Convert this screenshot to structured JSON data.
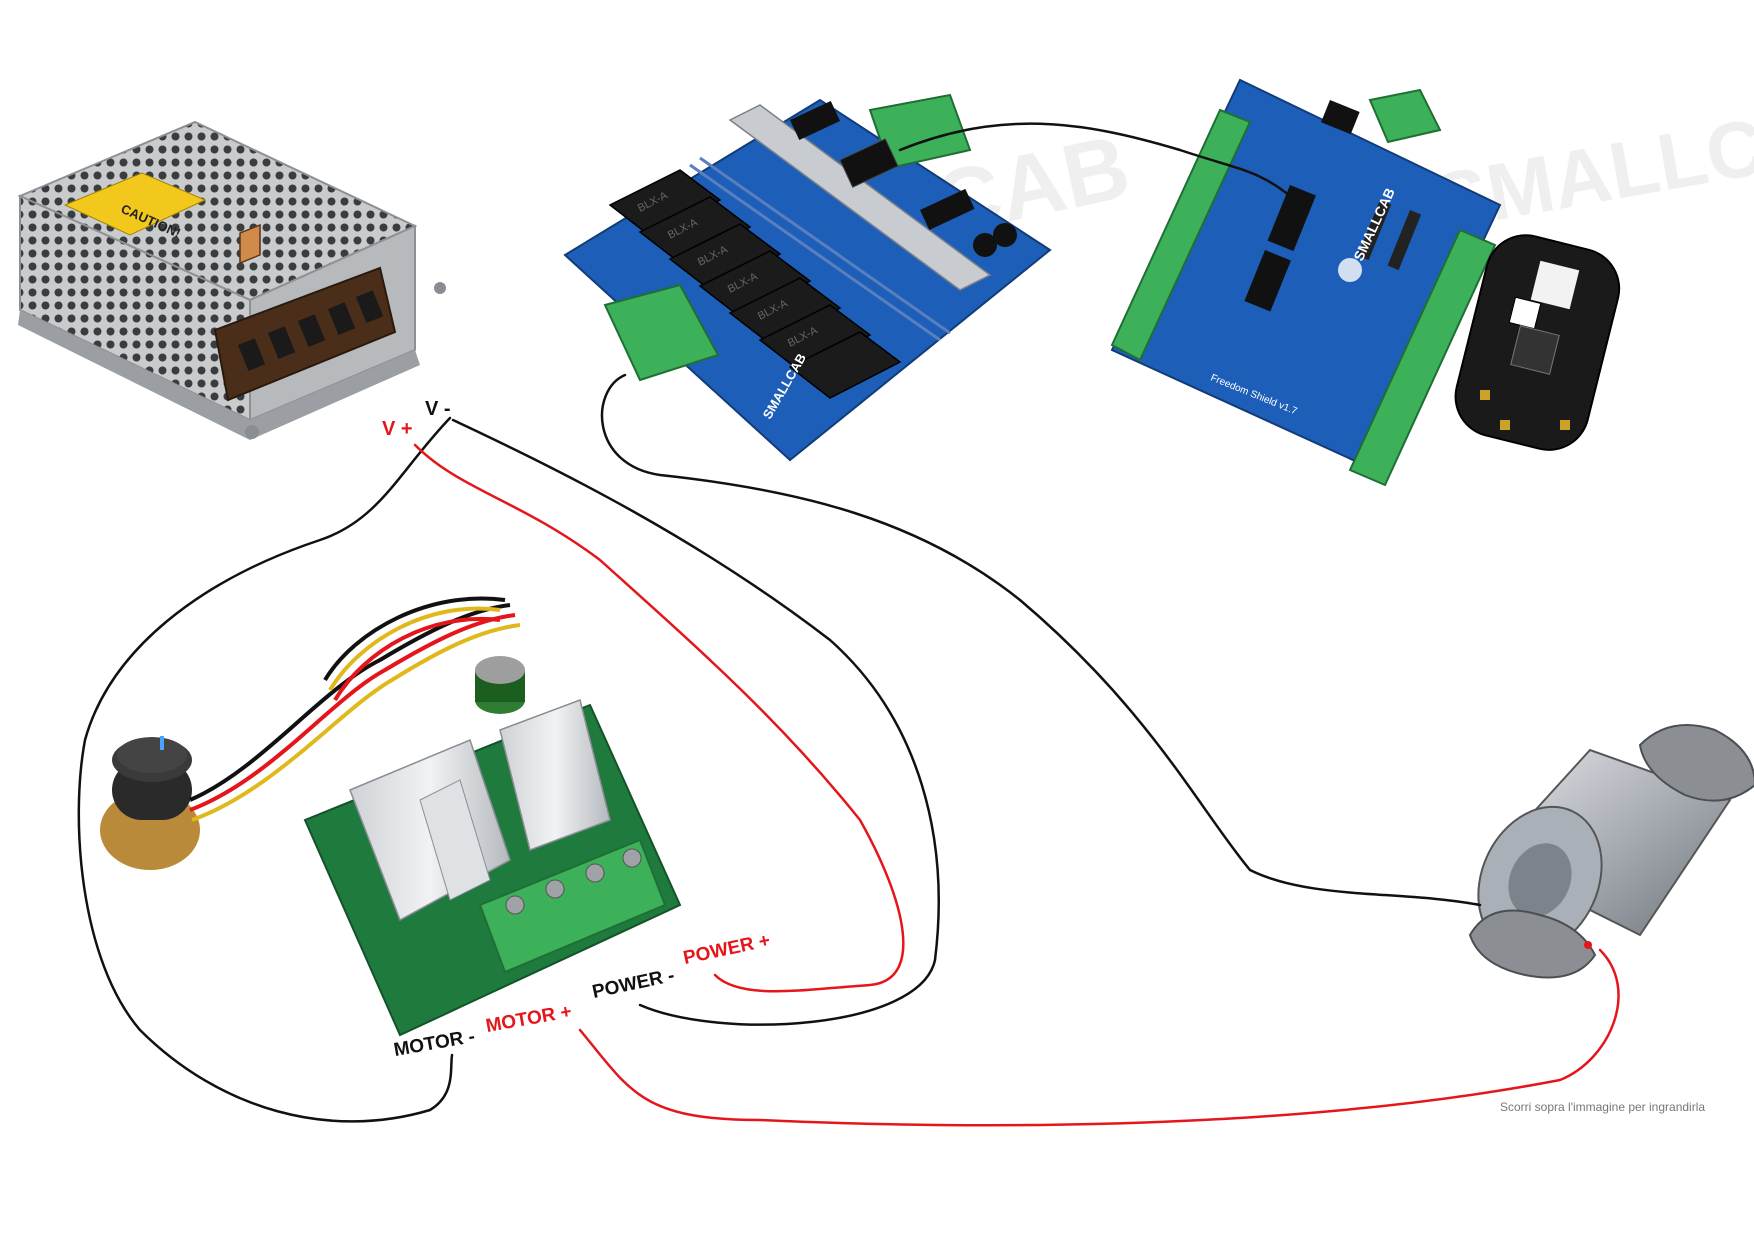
{
  "labels": {
    "psu_vplus": "V +",
    "psu_vminus": "V -",
    "motor_minus": "MOTOR -",
    "motor_plus": "MOTOR +",
    "power_minus": "POWER -",
    "power_plus": "POWER +"
  },
  "board_text": {
    "caution": "CAUTION!",
    "blx": [
      "BLX-A",
      "BLX-A",
      "BLX-A",
      "BLX-A",
      "BLX-A",
      "BLX-A"
    ],
    "relay_brand": "SMALLCAB",
    "shield_brand": "SMALLCAB",
    "shield_subtitle": "Freedom Shield v1.7",
    "watermark": "SMALLCAB"
  },
  "hint": "Scorri sopra l'immagine per ingrandirla",
  "colors": {
    "wire_black": "#111111",
    "wire_red": "#e4161b",
    "pcb_blue": "#1d5fb8",
    "pcb_green": "#1f7a3e",
    "terminal_green": "#3cb15a"
  }
}
